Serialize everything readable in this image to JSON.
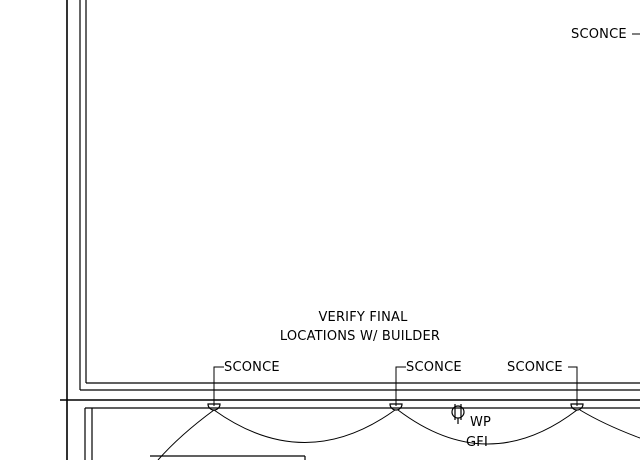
{
  "plan": {
    "note": {
      "line1": "VERIFY FINAL",
      "line2": "LOCATIONS W/ BUILDER"
    },
    "fixtures": [
      {
        "label": "SCONCE",
        "symbol": "wall-sconce-icon"
      },
      {
        "label": "SCONCE",
        "symbol": "wall-sconce-icon"
      },
      {
        "label": "SCONCE",
        "symbol": "wall-sconce-icon"
      },
      {
        "label": "SCONCE",
        "symbol": "wall-sconce-icon"
      }
    ],
    "outlet": {
      "line1": "WP",
      "line2": "GFI",
      "symbol": "duplex-outlet-icon"
    },
    "colors": {
      "linework": "#000000",
      "paper": "#ffffff"
    }
  }
}
